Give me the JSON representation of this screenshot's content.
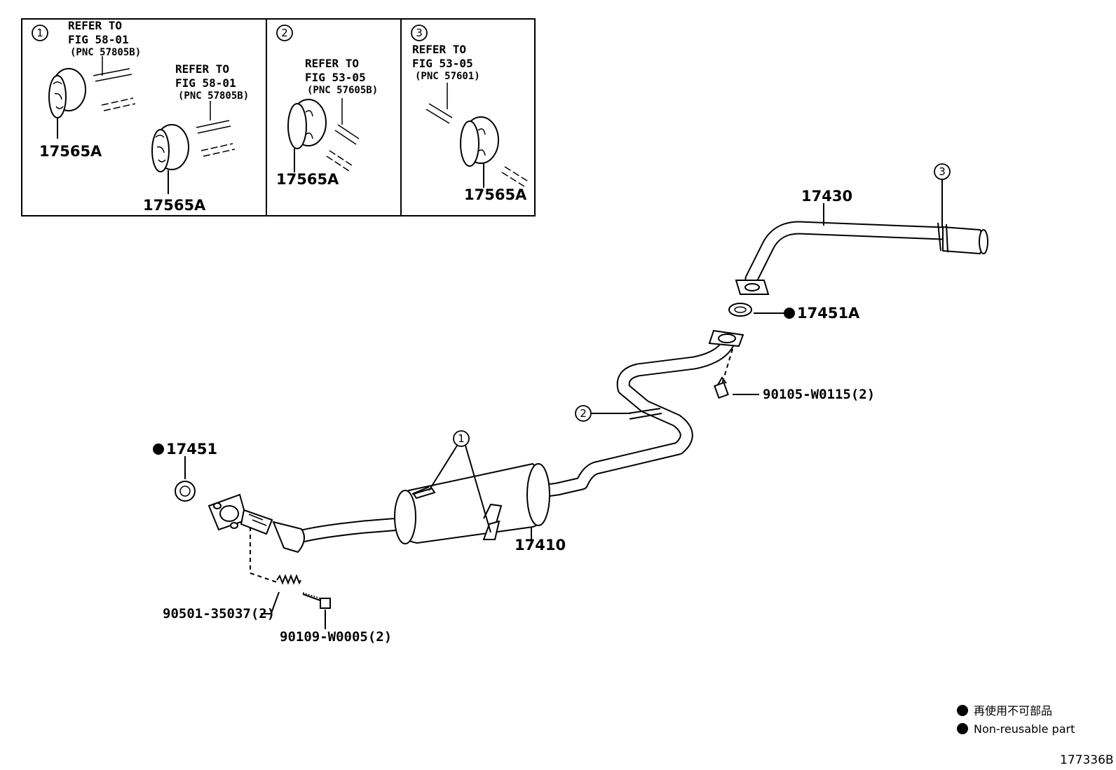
{
  "insets": [
    {
      "callout": "1",
      "refs": [
        {
          "line1": "REFER TO",
          "line2": "FIG 58-01",
          "line3": "(PNC 57805B)"
        },
        {
          "line1": "REFER TO",
          "line2": "FIG 58-01",
          "line3": "(PNC 57805B)"
        }
      ],
      "parts": [
        "17565A",
        "17565A"
      ]
    },
    {
      "callout": "2",
      "refs": [
        {
          "line1": "REFER TO",
          "line2": "FIG 53-05",
          "line3": "(PNC 57605B)"
        }
      ],
      "parts": [
        "17565A"
      ]
    },
    {
      "callout": "3",
      "refs": [
        {
          "line1": "REFER TO",
          "line2": "FIG 53-05",
          "line3": "(PNC 57601)"
        }
      ],
      "parts": [
        "17565A"
      ]
    }
  ],
  "parts": {
    "tail_pipe": "17430",
    "gasket_a": "17451A",
    "bolt_upper": "90105-W0115(2)",
    "gasket_front": "17451",
    "center_muffler": "17410",
    "spring": "90501-35037(2)",
    "bolt_lower": "90109-W0005(2)"
  },
  "callouts": {
    "tail": "3",
    "mid": "2",
    "muffler": "1"
  },
  "legend": {
    "jp": "再使用不可部品",
    "en": "Non-reusable part"
  },
  "figure_number": "177336B"
}
